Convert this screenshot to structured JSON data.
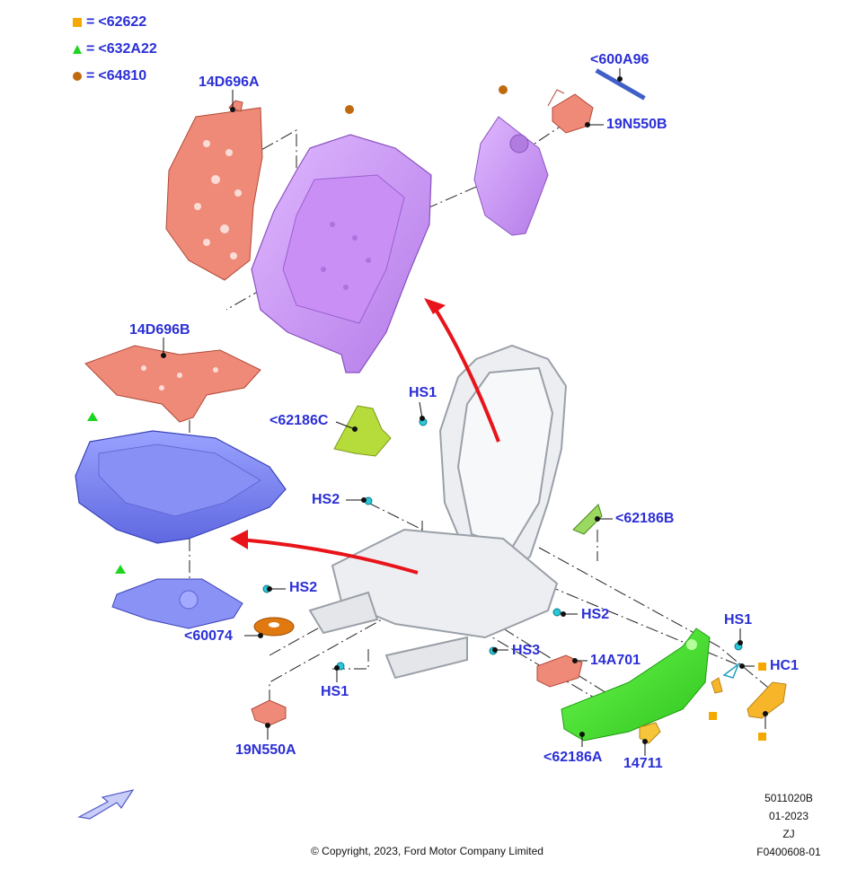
{
  "legend": [
    {
      "symbol": "square",
      "color": "#f5a800",
      "eq": "=",
      "code": "<62622"
    },
    {
      "symbol": "triangle",
      "color": "#1fd41f",
      "eq": "=",
      "code": "<632A22"
    },
    {
      "symbol": "circle",
      "color": "#c06a10",
      "eq": "=",
      "code": "<64810"
    }
  ],
  "labels": {
    "back_pad_upper": "14D696A",
    "back_cover_panel_bracket": "<600A96",
    "back_motor": "19N550B",
    "cushion_pad": "14D696B",
    "side_bracket_c": "<62186C",
    "hs1_top": "HS1",
    "hs2_left": "HS2",
    "side_bracket_b": "<62186B",
    "hs2_lower": "HS2",
    "hs2_right": "HS2",
    "spacer": "<60074",
    "hs1_right": "HS1",
    "hc1": "HC1",
    "hs3": "HS3",
    "module": "14A701",
    "hs1_bottom": "HS1",
    "cushion_motor": "19N550A",
    "shield": "<62186A",
    "knob": "14711"
  },
  "meta": {
    "code1": "5011020B",
    "date": "01-2023",
    "region": "ZJ",
    "figure": "F0400608-01"
  },
  "copyright": "© Copyright, 2023, Ford Motor Company Limited",
  "colors": {
    "label_blue": "#2b2fd6",
    "back_purple": "#c78ff0",
    "cushion_blue": "#7c86f0",
    "pad_salmon": "#f08a78",
    "shield_green": "#44e030",
    "bracket_yellowgreen": "#b6dc3c",
    "knob_yellow": "#f7b52a",
    "arrow_red": "#e8141a",
    "frame_gray": "#d6d8dc"
  }
}
